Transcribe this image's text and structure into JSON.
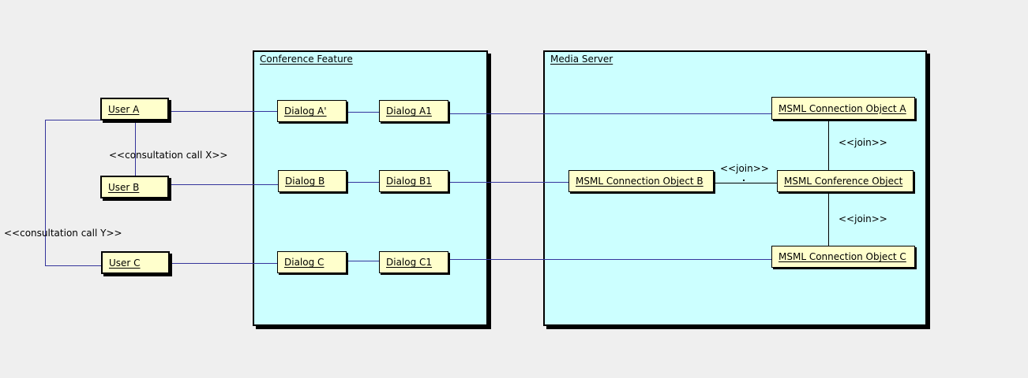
{
  "containers": {
    "conference_feature": {
      "label": "Conference Feature"
    },
    "media_server": {
      "label": "Media Server"
    }
  },
  "nodes": {
    "user_a": {
      "label": "User A"
    },
    "user_b": {
      "label": "User B"
    },
    "user_c": {
      "label": "User C"
    },
    "dialog_a_prime": {
      "label": "Dialog A'"
    },
    "dialog_a1": {
      "label": "Dialog A1"
    },
    "dialog_b": {
      "label": "Dialog B"
    },
    "dialog_b1": {
      "label": "Dialog B1"
    },
    "dialog_c": {
      "label": "Dialog C"
    },
    "dialog_c1": {
      "label": "Dialog C1"
    },
    "msml_connection_a": {
      "label": "MSML Connection Object A"
    },
    "msml_connection_b": {
      "label": "MSML Connection Object B"
    },
    "msml_conference": {
      "label": "MSML Conference Object"
    },
    "msml_connection_c": {
      "label": "MSML Connection Object C"
    }
  },
  "edge_labels": {
    "consultation_x": "<<consultation call X>>",
    "consultation_y": "<<consultation call Y>>",
    "join_top": "<<join>>",
    "join_left": "<<join>>",
    "join_bottom": "<<join>>"
  },
  "colors": {
    "background": "#EFEFEF",
    "container_fill": "#CCFFFF",
    "node_fill": "#FFFFCC",
    "association_line": "#34349B",
    "join_line": "#000000",
    "border": "#000000",
    "text": "#000000"
  }
}
